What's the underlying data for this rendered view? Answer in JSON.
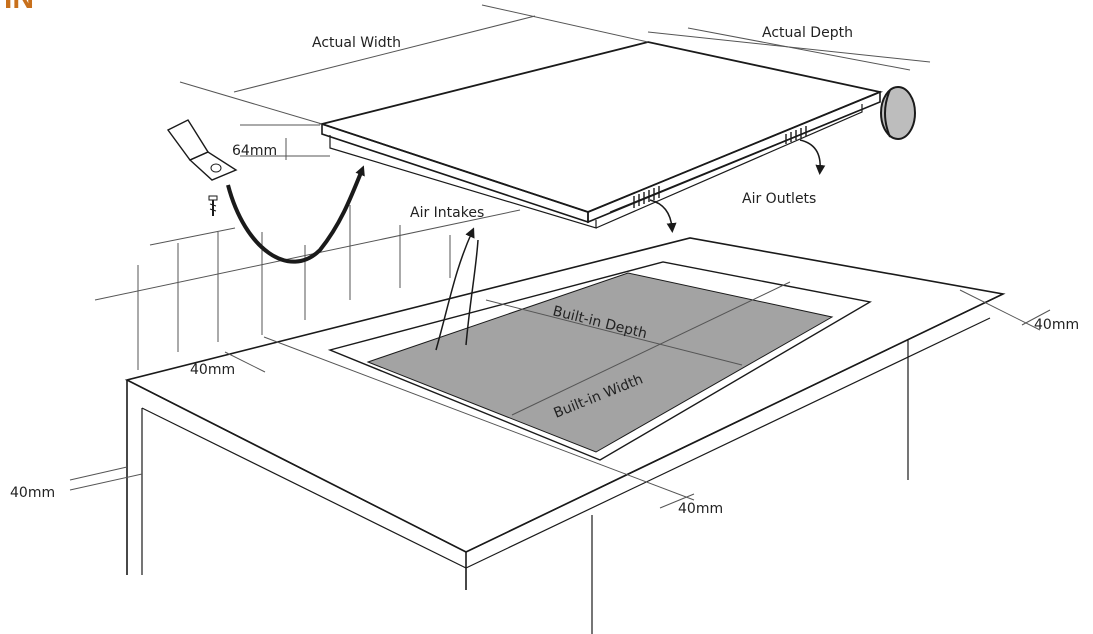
{
  "header": {
    "text": "IN",
    "color": "#c8701c"
  },
  "labels": {
    "actual_width": "Actual Width",
    "actual_depth": "Actual Depth",
    "height_64": "64mm",
    "air_intakes": "Air Intakes",
    "air_outlets": "Air Outlets",
    "built_in_depth": "Built-in Depth",
    "built_in_width": "Built-in Width",
    "clear_left": "40mm",
    "clear_right": "40mm",
    "clear_front": "40mm",
    "clear_wall": "40mm"
  },
  "colors": {
    "cutout": "#a3a3a3",
    "line": "#1a1a1a",
    "knob": "#bdbdbd"
  },
  "icons": [
    "mounting-bracket-icon",
    "screw-icon",
    "curved-arrow-icon",
    "airflow-arrow-icon"
  ]
}
